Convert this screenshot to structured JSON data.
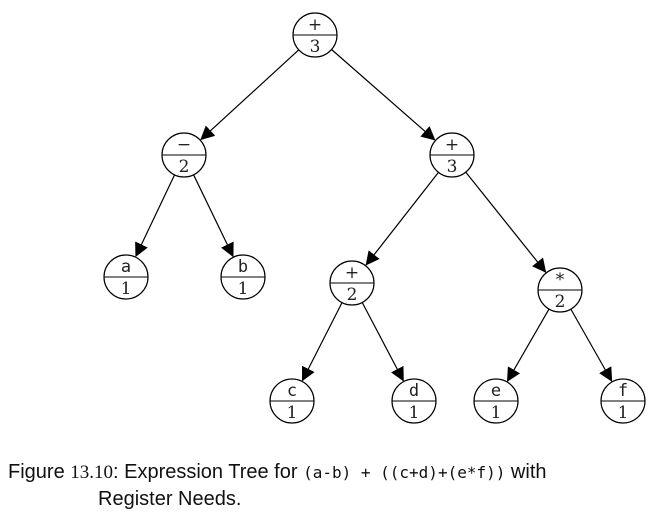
{
  "figure": {
    "nodes": [
      {
        "id": "root",
        "op": "+",
        "need": "3"
      },
      {
        "id": "minus",
        "op": "−",
        "need": "2"
      },
      {
        "id": "plus1",
        "op": "+",
        "need": "3"
      },
      {
        "id": "a",
        "op": "a",
        "need": "1"
      },
      {
        "id": "b",
        "op": "b",
        "need": "1"
      },
      {
        "id": "plus2",
        "op": "+",
        "need": "2"
      },
      {
        "id": "times",
        "op": "*",
        "need": "2"
      },
      {
        "id": "c",
        "op": "c",
        "need": "1"
      },
      {
        "id": "d",
        "op": "d",
        "need": "1"
      },
      {
        "id": "e",
        "op": "e",
        "need": "1"
      },
      {
        "id": "f",
        "op": "f",
        "need": "1"
      }
    ],
    "edges": [
      [
        "root",
        "minus"
      ],
      [
        "root",
        "plus1"
      ],
      [
        "minus",
        "a"
      ],
      [
        "minus",
        "b"
      ],
      [
        "plus1",
        "plus2"
      ],
      [
        "plus1",
        "times"
      ],
      [
        "plus2",
        "c"
      ],
      [
        "plus2",
        "d"
      ],
      [
        "times",
        "e"
      ],
      [
        "times",
        "f"
      ]
    ]
  },
  "caption": {
    "prefix": "Figure ",
    "number": "13.10",
    "middle": ": Expression Tree for ",
    "expression": "(a-b) + ((c+d)+(e*f))",
    "suffix": " with",
    "line2": "Register Needs."
  }
}
